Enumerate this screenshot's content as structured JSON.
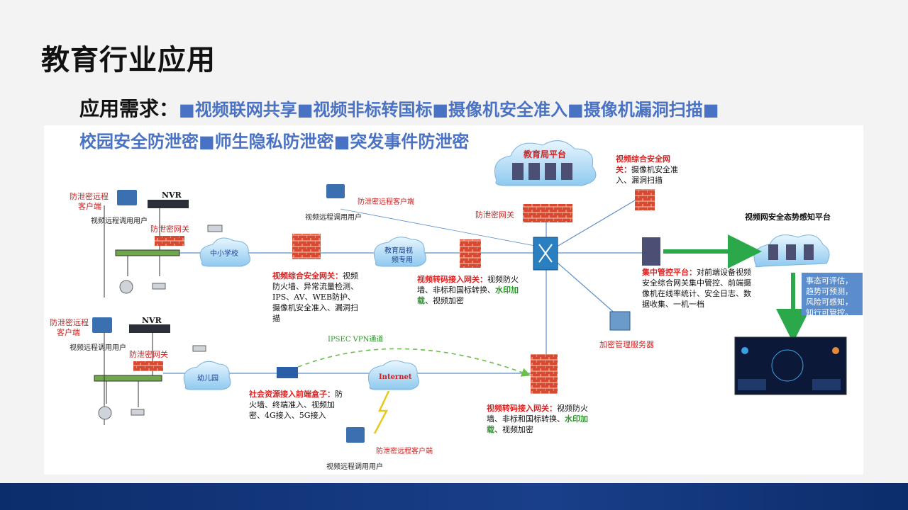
{
  "title": "教育行业应用",
  "requirements": {
    "label": "应用需求：",
    "line1": "■视频联网共享■视频非标转国标■摄像机安全准入■摄像机漏洞扫描■",
    "line2": "校园安全防泄密■师生隐私防泄密■突发事件防泄密"
  },
  "diagram": {
    "edu_platform": "教育局平台",
    "edu_video": "教育局视频专用",
    "middle_school": "中小学校",
    "kindergarten": "幼儿园",
    "internet": "Internet",
    "nvr": "NVR",
    "leak_gateway": "防泄密网关",
    "leak_client": "防泄密远程客户端",
    "remote_user": "视频远程调用用户",
    "ipsec": "IPSEC VPN通道",
    "encrypt_server": "加密管理服务器",
    "situational_platform": "视频网安全态势感知平台",
    "sec_gateway_top_red": "视频综合安全网关：",
    "sec_gateway_top_text": "摄像机安全准入、漏洞扫描",
    "sec_gateway_mid_red": "视频综合安全网关：",
    "sec_gateway_mid_text": "视频防火墙、异常流量检测、IPS、AV、WEB防护、摄像机安全准入、漏洞扫描",
    "transcode_mid_red": "视频转码接入网关：",
    "transcode_mid_text1": "视频防火墙、非标和国标转换、",
    "transcode_mid_green": "水印加载",
    "transcode_mid_text2": "、视频加密",
    "transcode_bot_red": "视频转码接入网关：",
    "transcode_bot_text1": "视频防火墙、非标和国标转换、",
    "transcode_bot_green": "水印加载",
    "transcode_bot_text2": "、视频加密",
    "social_red": "社会资源接入前端盒子：",
    "social_text": "防火墙、终端准入、视频加密、4G接入、5G接入",
    "central_red": "集中管控平台：",
    "central_text": "对前端设备视频安全综合网关集中管控、前端摄像机在线率统计、安全日志、数据收集、一机一档",
    "summary": "事态可评估，趋势可预测，风险可感知，知行可管控。"
  }
}
